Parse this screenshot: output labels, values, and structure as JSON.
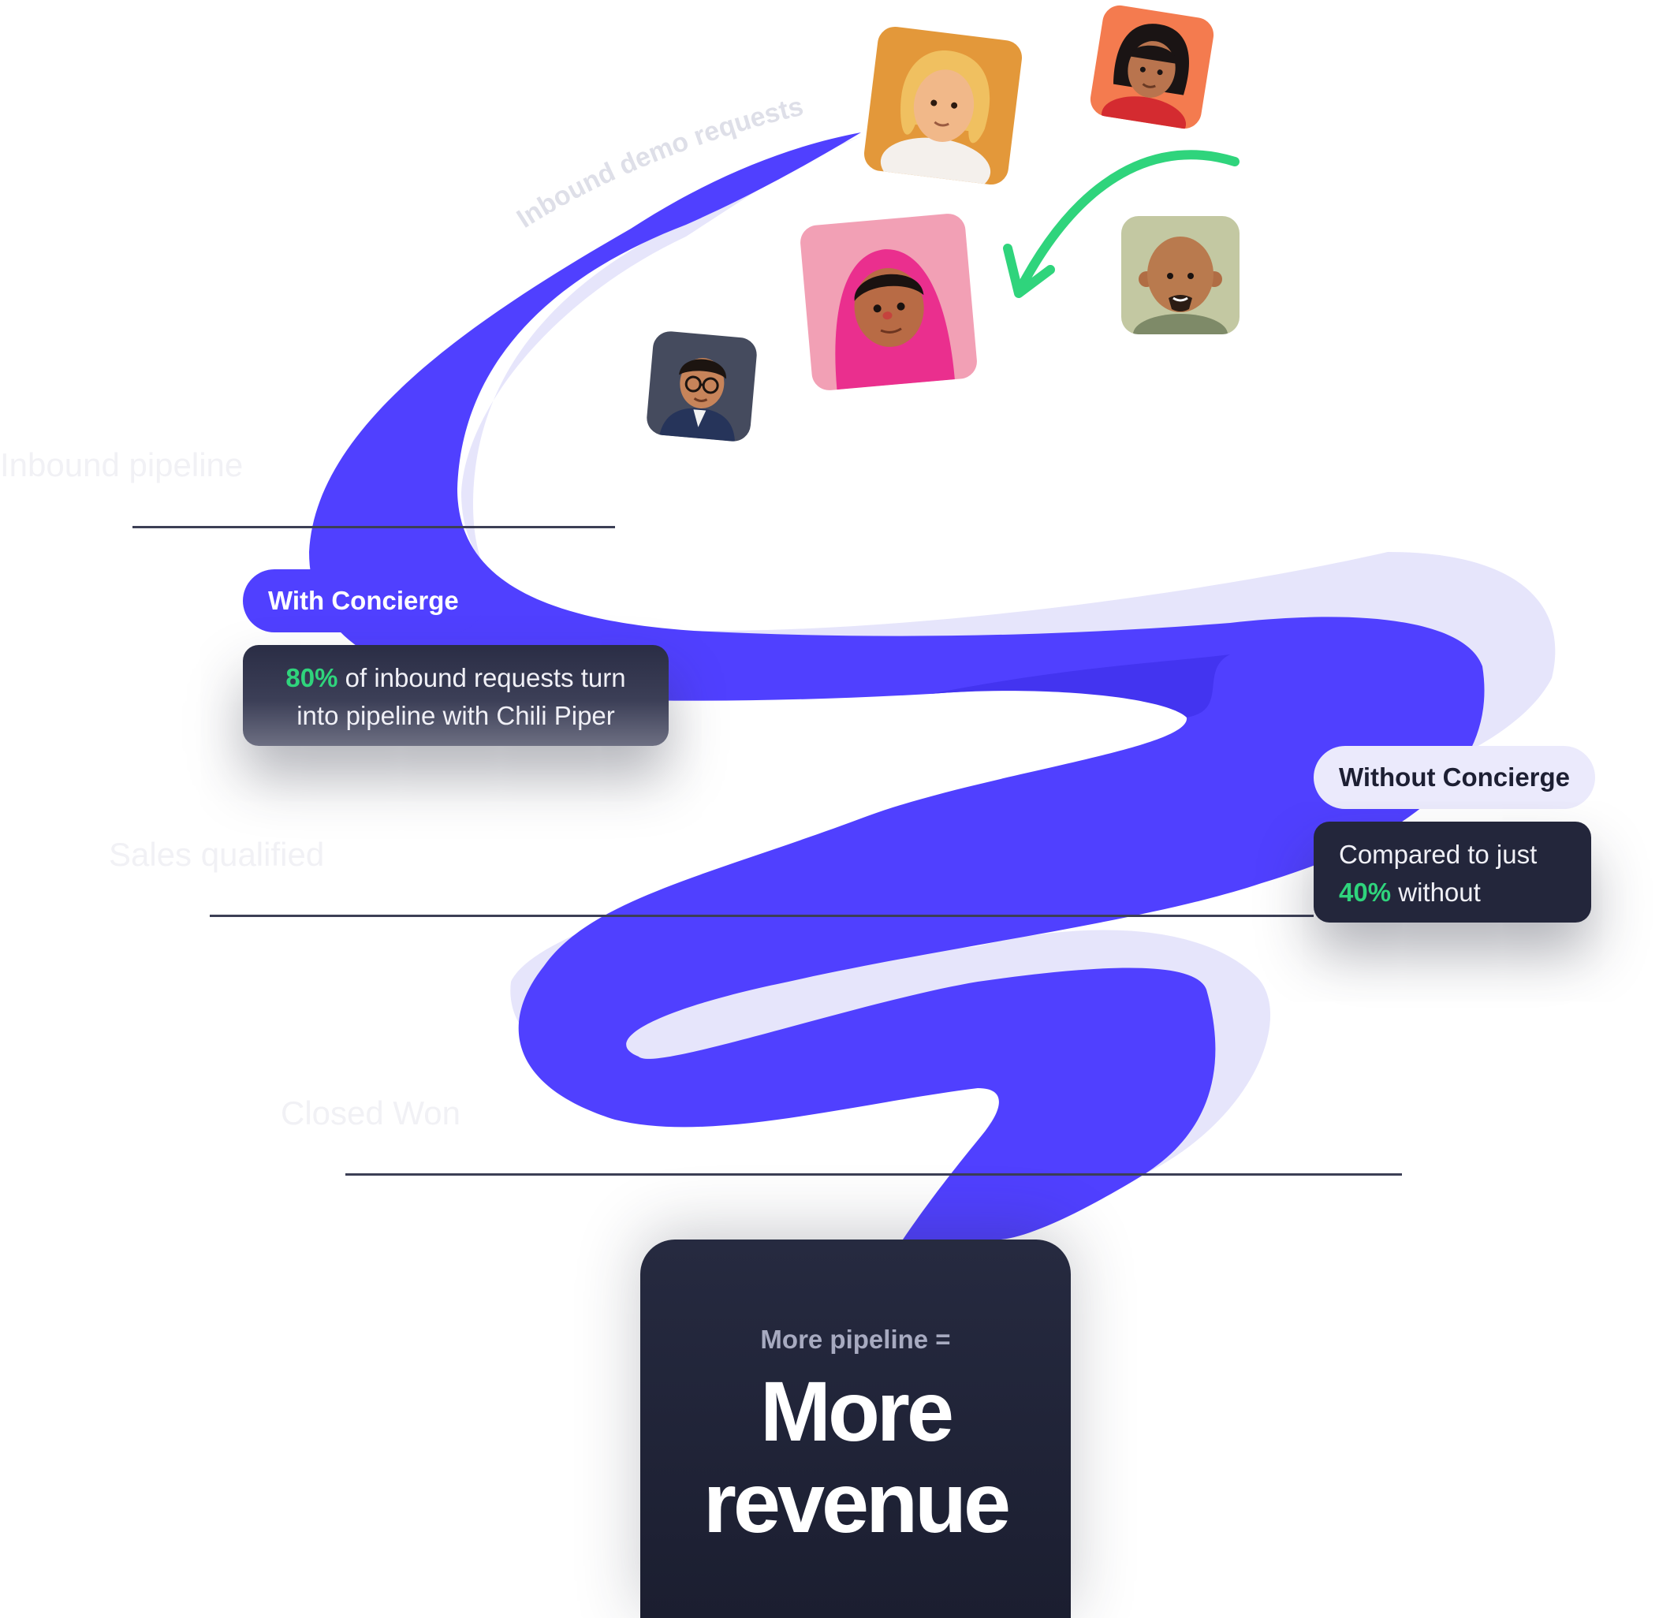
{
  "curve_label": "Inbound demo requests",
  "stages": {
    "inbound": "Inbound pipeline",
    "sales": "Sales qualified",
    "won": "Closed Won"
  },
  "with": {
    "pill": "With Concierge",
    "pct": "80%",
    "line1_rest": " of inbound requests turn",
    "line2": "into pipeline with Chili Piper"
  },
  "without": {
    "pill": "Without Concierge",
    "line1": "Compared to just",
    "pct": "40%",
    "line2_rest": " without"
  },
  "revenue": {
    "kicker": "More pipeline =",
    "line1": "More",
    "line2": "revenue"
  },
  "colors": {
    "stream_primary": "#5040ff",
    "stream_secondary": "#e6e5fb",
    "accent_green": "#2fd47c",
    "card_dark": "#23263b"
  },
  "icons": {
    "curved_arrow": "arrow-curved-left-down-icon"
  }
}
